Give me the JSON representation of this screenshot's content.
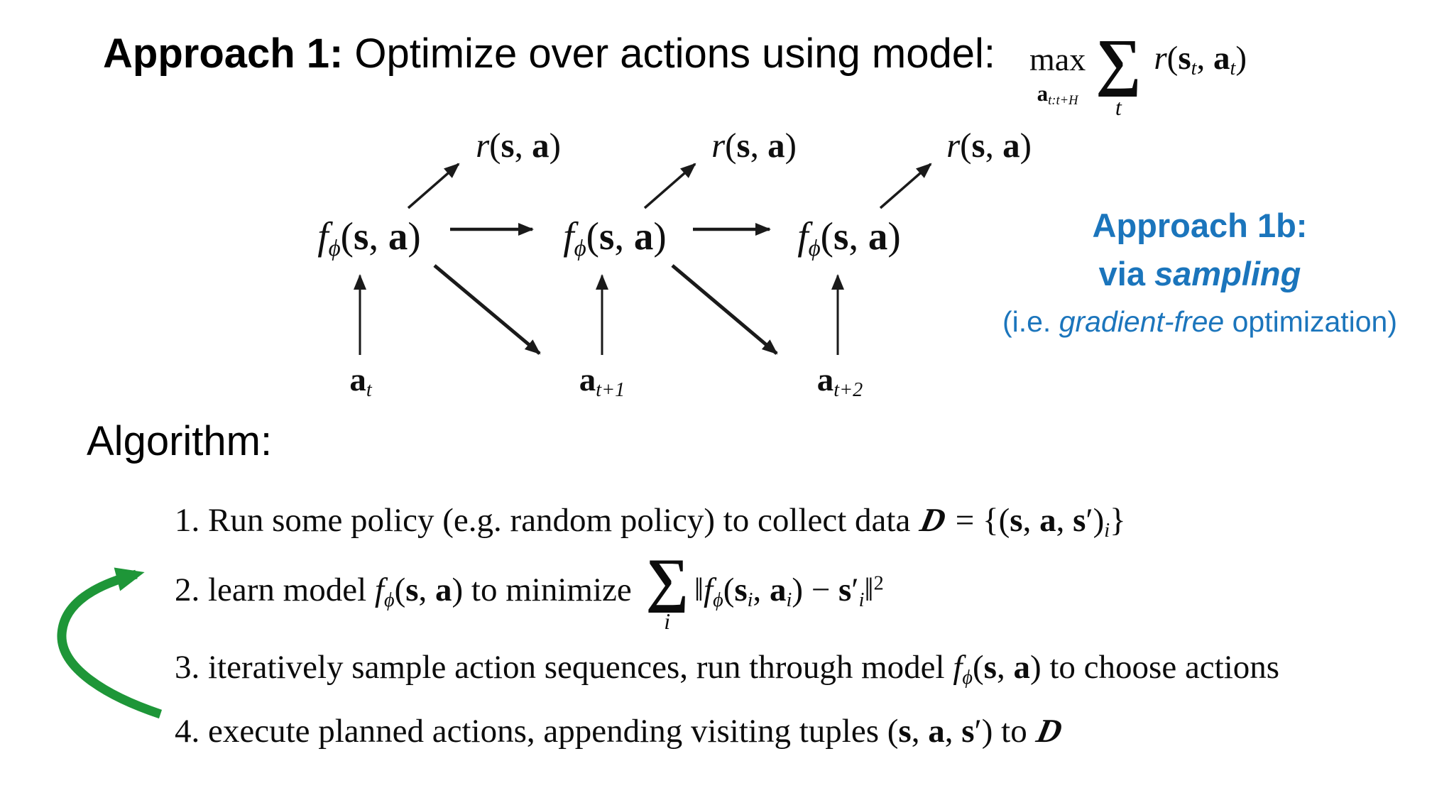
{
  "title": {
    "lead": "Approach 1:",
    "rest": "Optimize over actions using model:"
  },
  "objective": {
    "max_word": "max",
    "max_subscript": [
      {
        "t": "a",
        "c": "b"
      },
      {
        "t": "t:t+H",
        "c": "sub"
      }
    ],
    "sum_symbol": "∑",
    "sum_index": "t",
    "reward_segments": [
      {
        "t": "r",
        "c": "it"
      },
      {
        "t": "("
      },
      {
        "t": "s",
        "c": "b"
      },
      {
        "t": "t",
        "c": "sub"
      },
      {
        "t": ", "
      },
      {
        "t": "a",
        "c": "b"
      },
      {
        "t": "t",
        "c": "sub"
      },
      {
        "t": ")"
      }
    ]
  },
  "diagram": {
    "model_label_segments": [
      {
        "t": "f",
        "c": "it"
      },
      {
        "t": "ϕ",
        "c": "sub"
      },
      {
        "t": "("
      },
      {
        "t": "s",
        "c": "b"
      },
      {
        "t": ", "
      },
      {
        "t": "a",
        "c": "b"
      },
      {
        "t": ")"
      }
    ],
    "reward_label_segments": [
      {
        "t": "r",
        "c": "it"
      },
      {
        "t": "("
      },
      {
        "t": "s",
        "c": "b"
      },
      {
        "t": ", "
      },
      {
        "t": "a",
        "c": "b"
      },
      {
        "t": ")"
      }
    ],
    "actions": [
      {
        "segments": [
          {
            "t": "a",
            "c": "b"
          },
          {
            "t": "t",
            "c": "sub"
          }
        ]
      },
      {
        "segments": [
          {
            "t": "a",
            "c": "b"
          },
          {
            "t": "t+1",
            "c": "sub"
          }
        ]
      },
      {
        "segments": [
          {
            "t": "a",
            "c": "b"
          },
          {
            "t": "t+2",
            "c": "sub"
          }
        ]
      }
    ]
  },
  "sidenote": {
    "line1": "Approach 1b:",
    "line2_segments": [
      {
        "t": "via "
      },
      {
        "t": "sampling",
        "c": "it"
      }
    ],
    "line3_segments": [
      {
        "t": "(i.e. "
      },
      {
        "t": "gradient-free",
        "c": "it"
      },
      {
        "t": " optimization)"
      }
    ],
    "color": "#1b75bc"
  },
  "algorithm": {
    "heading": "Algorithm:",
    "items": [
      {
        "segments": [
          {
            "t": "1. Run some policy (e.g. random policy) to collect data "
          },
          {
            "t": "D",
            "c": "sd"
          },
          {
            "t": " = {("
          },
          {
            "t": "s",
            "c": "b"
          },
          {
            "t": ", "
          },
          {
            "t": "a",
            "c": "b"
          },
          {
            "t": ", "
          },
          {
            "t": "s",
            "c": "b"
          },
          {
            "t": "′"
          },
          {
            "t": ")"
          },
          {
            "t": "i",
            "c": "sub"
          },
          {
            "t": "}"
          }
        ]
      },
      {
        "segments": [
          {
            "t": "2. learn model "
          },
          {
            "t": "f",
            "c": "it"
          },
          {
            "t": "ϕ",
            "c": "sub"
          },
          {
            "t": "("
          },
          {
            "t": "s",
            "c": "b"
          },
          {
            "t": ", "
          },
          {
            "t": "a",
            "c": "b"
          },
          {
            "t": ") to minimize "
          },
          {
            "t": "∑",
            "c": "sum",
            "under": "i"
          },
          {
            "t": "‖"
          },
          {
            "t": "f",
            "c": "it"
          },
          {
            "t": "ϕ",
            "c": "sub"
          },
          {
            "t": "("
          },
          {
            "t": "s",
            "c": "b"
          },
          {
            "t": "i",
            "c": "sub"
          },
          {
            "t": ", "
          },
          {
            "t": "a",
            "c": "b"
          },
          {
            "t": "i",
            "c": "sub"
          },
          {
            "t": ") − "
          },
          {
            "t": "s",
            "c": "b"
          },
          {
            "t": "′"
          },
          {
            "t": "i",
            "c": "sub"
          },
          {
            "t": "‖"
          },
          {
            "t": "2",
            "c": "sup"
          }
        ]
      },
      {
        "segments": [
          {
            "t": "3. iteratively sample action sequences, run through model "
          },
          {
            "t": "f",
            "c": "it"
          },
          {
            "t": "ϕ",
            "c": "sub"
          },
          {
            "t": "("
          },
          {
            "t": "s",
            "c": "b"
          },
          {
            "t": ", "
          },
          {
            "t": "a",
            "c": "b"
          },
          {
            "t": ") to choose actions"
          }
        ]
      },
      {
        "segments": [
          {
            "t": "4. execute planned actions, appending visiting tuples ("
          },
          {
            "t": "s",
            "c": "b"
          },
          {
            "t": ", "
          },
          {
            "t": "a",
            "c": "b"
          },
          {
            "t": ", "
          },
          {
            "t": "s",
            "c": "b"
          },
          {
            "t": "′"
          },
          {
            "t": ") to "
          },
          {
            "t": "D",
            "c": "sd"
          }
        ]
      }
    ]
  },
  "colors": {
    "background": "#ffffff",
    "text": "#0f0f0f",
    "accent_blue": "#1b75bc",
    "arrow_green": "#1e9638"
  }
}
